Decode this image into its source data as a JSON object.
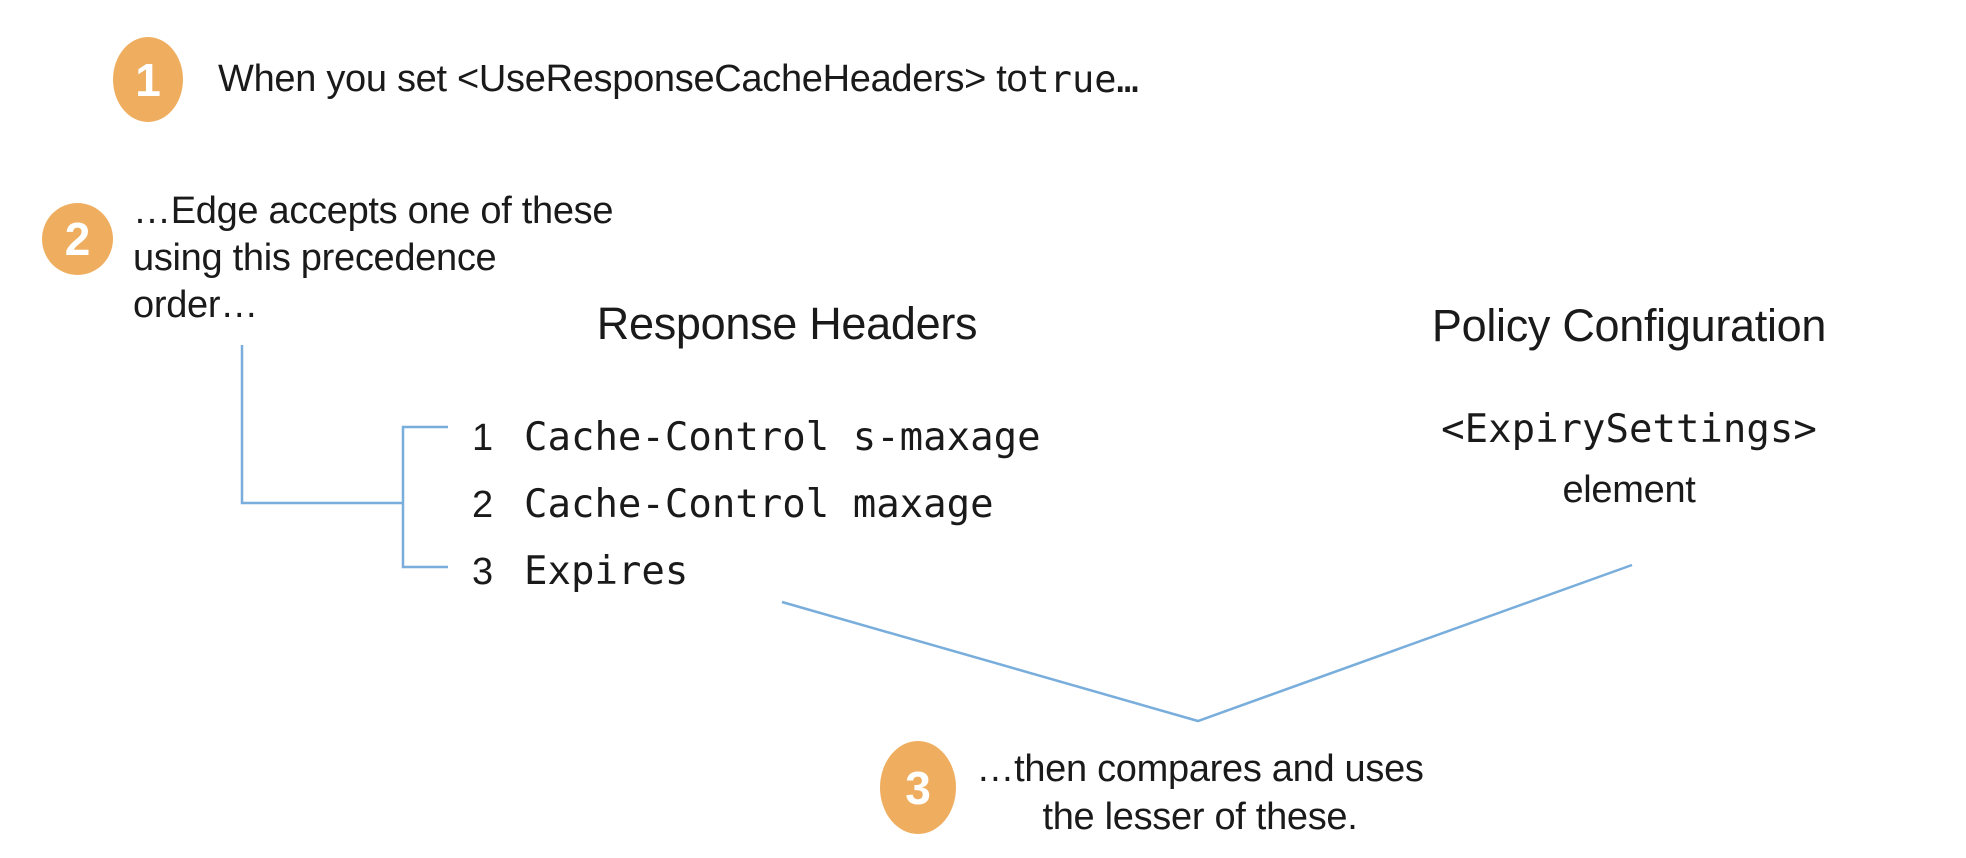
{
  "colors": {
    "accent_orange": "#EFAE5F",
    "connector_blue": "#79AEDC",
    "text": "#1A1A1A"
  },
  "steps": {
    "one": {
      "badge": "1",
      "prefix": "When you set <UseResponseCacheHeaders> to ",
      "code": "true…"
    },
    "two": {
      "badge": "2",
      "lines": [
        "…Edge accepts one of these",
        "using this precedence",
        "order…"
      ]
    },
    "three": {
      "badge": "3",
      "lines": [
        "…then compares and uses",
        "the lesser of these."
      ]
    }
  },
  "response_headers": {
    "title": "Response Headers",
    "items": [
      {
        "rank": "1",
        "value": "Cache-Control s-maxage"
      },
      {
        "rank": "2",
        "value": "Cache-Control maxage"
      },
      {
        "rank": "3",
        "value": "Expires"
      }
    ]
  },
  "policy_configuration": {
    "title": "Policy Configuration",
    "code": "<ExpirySettings>",
    "caption": "element"
  }
}
